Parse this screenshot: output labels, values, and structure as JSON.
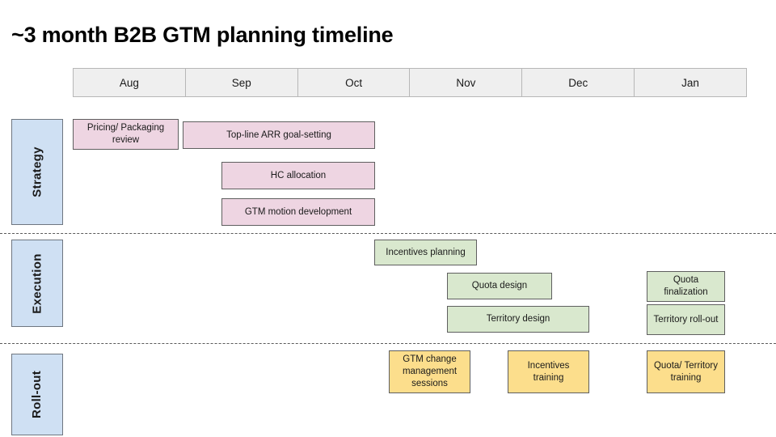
{
  "title": "~3 month B2B GTM planning timeline",
  "timeline": {
    "months": [
      "Aug",
      "Sep",
      "Oct",
      "Nov",
      "Dec",
      "Jan"
    ],
    "colors": {
      "strategy": "#eed5e2",
      "execution": "#d9e8ce",
      "rollout": "#fcde8c",
      "lane_label": "#cfe0f3",
      "header": "#efefef",
      "border": "#5f5f5f"
    }
  },
  "lanes": [
    {
      "label": "Strategy",
      "tasks": [
        {
          "label": "Pricing/ Packaging review",
          "start_month": "Aug",
          "end_month": "Aug"
        },
        {
          "label": "Top-line ARR goal-setting",
          "start_month": "Sep",
          "end_month": "Oct"
        },
        {
          "label": "HC allocation",
          "start_month": "Sep",
          "end_month": "Oct"
        },
        {
          "label": "GTM motion development",
          "start_month": "Sep",
          "end_month": "Oct"
        }
      ]
    },
    {
      "label": "Execution",
      "tasks": [
        {
          "label": "Incentives planning",
          "start_month": "Oct",
          "end_month": "Nov"
        },
        {
          "label": "Quota design",
          "start_month": "Nov",
          "end_month": "Nov"
        },
        {
          "label": "Territory design",
          "start_month": "Nov",
          "end_month": "Dec"
        },
        {
          "label": "Quota finalization",
          "start_month": "Dec",
          "end_month": "Jan"
        },
        {
          "label": "Territory roll-out",
          "start_month": "Dec",
          "end_month": "Jan"
        }
      ]
    },
    {
      "label": "Roll-out",
      "tasks": [
        {
          "label": "GTM change management sessions",
          "start_month": "Oct",
          "end_month": "Nov"
        },
        {
          "label": "Incentives training",
          "start_month": "Nov",
          "end_month": "Dec"
        },
        {
          "label": "Quota/ Territory training",
          "start_month": "Dec",
          "end_month": "Jan"
        }
      ]
    }
  ],
  "chart_data": {
    "type": "bar",
    "title": "~3 month B2B GTM planning timeline",
    "xlabel": "",
    "ylabel": "",
    "categories": [
      "Aug",
      "Sep",
      "Oct",
      "Nov",
      "Dec",
      "Jan"
    ],
    "series": [
      {
        "name": "Strategy",
        "values": [
          {
            "task": "Pricing/ Packaging review",
            "start": "Aug",
            "end": "Aug"
          },
          {
            "task": "Top-line ARR goal-setting",
            "start": "Sep",
            "end": "Oct"
          },
          {
            "task": "HC allocation",
            "start": "Sep",
            "end": "Oct"
          },
          {
            "task": "GTM motion development",
            "start": "Sep",
            "end": "Oct"
          }
        ]
      },
      {
        "name": "Execution",
        "values": [
          {
            "task": "Incentives planning",
            "start": "Oct",
            "end": "Nov"
          },
          {
            "task": "Quota design",
            "start": "Nov",
            "end": "Nov"
          },
          {
            "task": "Territory design",
            "start": "Nov",
            "end": "Dec"
          },
          {
            "task": "Quota finalization",
            "start": "Dec",
            "end": "Jan"
          },
          {
            "task": "Territory roll-out",
            "start": "Dec",
            "end": "Jan"
          }
        ]
      },
      {
        "name": "Roll-out",
        "values": [
          {
            "task": "GTM change management sessions",
            "start": "Oct",
            "end": "Nov"
          },
          {
            "task": "Incentives training",
            "start": "Nov",
            "end": "Dec"
          },
          {
            "task": "Quota/ Territory training",
            "start": "Dec",
            "end": "Jan"
          }
        ]
      }
    ]
  }
}
